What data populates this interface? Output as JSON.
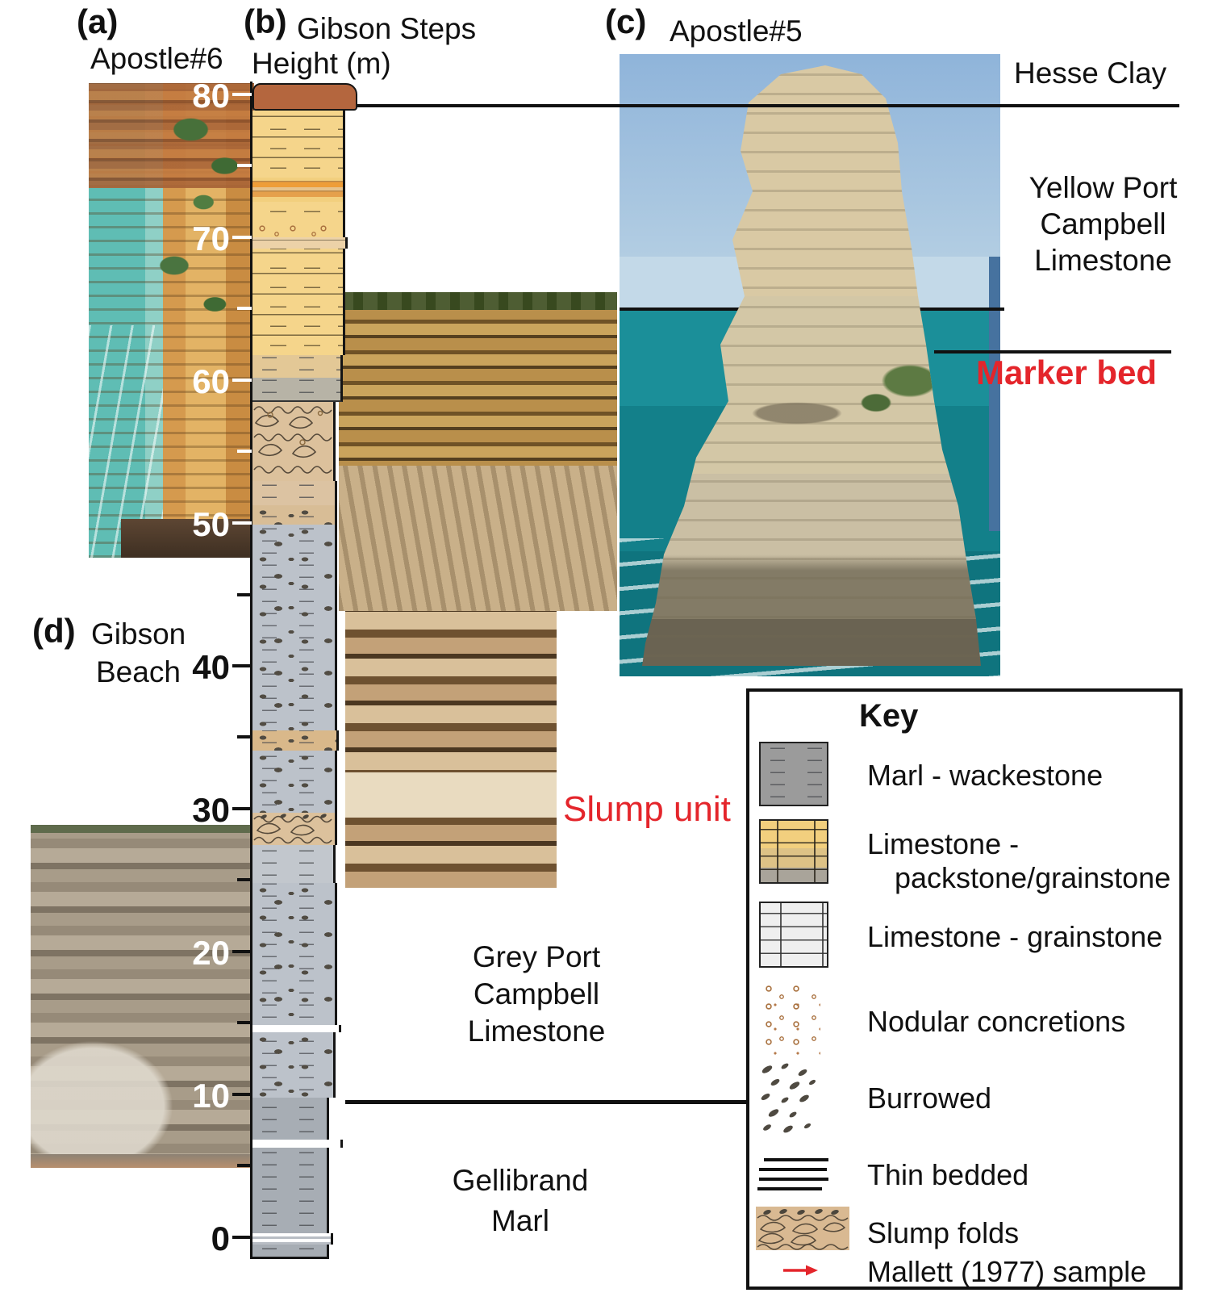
{
  "panels": {
    "a": {
      "tag": "(a)",
      "title": "Apostle#6"
    },
    "b": {
      "tag": "(b)",
      "title": "Gibson Steps",
      "subtitle": "Height (m)"
    },
    "c": {
      "tag": "(c)",
      "title": "Apostle#5"
    },
    "d": {
      "tag": "(d)",
      "title_line1": "Gibson",
      "title_line2": "Beach"
    }
  },
  "annotations": {
    "hesse_clay": "Hesse Clay",
    "yellow_pcl_line1": "Yellow Port",
    "yellow_pcl_line2": "Campbell",
    "yellow_pcl_line3": "Limestone",
    "marker_bed": "Marker bed",
    "slump_unit": "Slump unit",
    "grey_pcl_line1": "Grey Port",
    "grey_pcl_line2": "Campbell",
    "grey_pcl_line3": "Limestone",
    "gellibrand_line1": "Gellibrand",
    "gellibrand_line2": "Marl",
    "accent_red": "#e4252b"
  },
  "scale": {
    "axis_title": "Height (m)",
    "unit": "m",
    "labels": [
      {
        "text": "80",
        "value": 80,
        "color": "white"
      },
      {
        "text": "70",
        "value": 70,
        "color": "white"
      },
      {
        "text": "60",
        "value": 60,
        "color": "white"
      },
      {
        "text": "50",
        "value": 50,
        "color": "white"
      },
      {
        "text": "40",
        "value": 40,
        "color": "black"
      },
      {
        "text": "30",
        "value": 30,
        "color": "black"
      },
      {
        "text": "20",
        "value": 20,
        "color": "white"
      },
      {
        "text": "10",
        "value": 10,
        "color": "white"
      },
      {
        "text": "0",
        "value": 0,
        "color": "black"
      }
    ],
    "minor_tick_values": [
      75,
      65,
      55,
      45,
      35,
      25,
      15,
      5
    ]
  },
  "column_units": [
    {
      "unit": "Hesse Clay",
      "top_m": 81,
      "base_m": 79.5,
      "lithology": "red-brown clay cap"
    },
    {
      "unit": "Yellow Port Campbell Limestone",
      "top_m": 79.5,
      "base_m": 61,
      "lithology": "limestone - packstone/grainstone",
      "features": [
        "thin bedded",
        "orange bands",
        "nodular concretions"
      ]
    },
    {
      "unit": "Grey Port Campbell Limestone",
      "top_m": 61,
      "base_m": 10,
      "lithology": "marl - wackestone with limestone interbeds",
      "features": [
        "slump folds ~57-52 m",
        "burrowed",
        "slump unit ~30-28 m"
      ]
    },
    {
      "unit": "Gellibrand Marl",
      "top_m": 10,
      "base_m": 0,
      "lithology": "marl - wackestone",
      "features": [
        "thin bedded"
      ]
    }
  ],
  "boundary_lines": [
    {
      "label": "Hesse Clay / Yellow Port Campbell Limestone",
      "at_m": 80
    },
    {
      "label": "horizon level on Apostle#5",
      "at_m": 65
    },
    {
      "label": "Marker bed",
      "at_m": 62
    },
    {
      "label": "Grey Port Campbell Limestone / Gellibrand Marl",
      "at_m": 10
    }
  ],
  "key": {
    "title": "Key",
    "items": [
      {
        "id": "marl-wackestone",
        "label": "Marl - wackestone"
      },
      {
        "id": "limestone-packstone-grainstone",
        "label_line1": "Limestone -",
        "label_line2": "packstone/grainstone"
      },
      {
        "id": "limestone-grainstone",
        "label": "Limestone - grainstone"
      },
      {
        "id": "nodular-concretions",
        "label": "Nodular concretions"
      },
      {
        "id": "burrowed",
        "label": "Burrowed"
      },
      {
        "id": "thin-bedded",
        "label": "Thin bedded"
      },
      {
        "id": "slump-folds",
        "label": "Slump folds"
      },
      {
        "id": "mallett-sample",
        "label": "Mallett (1977) sample"
      }
    ]
  }
}
